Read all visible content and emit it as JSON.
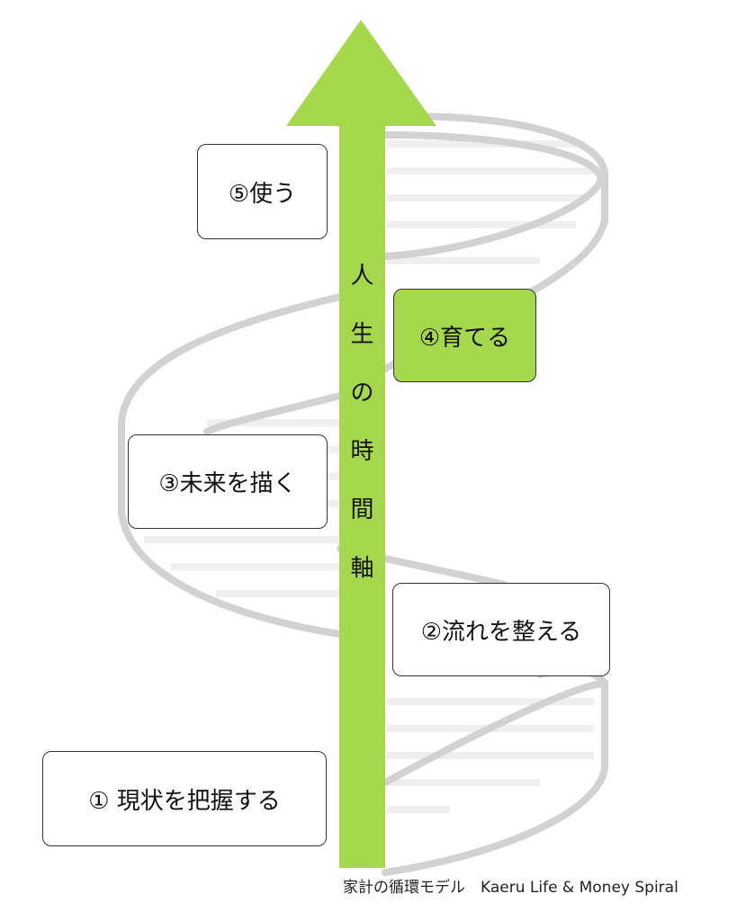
{
  "steps": [
    {
      "label": "① 現状を把握する"
    },
    {
      "label": "②流れを整える"
    },
    {
      "label": "③未来を描く"
    },
    {
      "label": "④育てる"
    },
    {
      "label": "⑤使う"
    }
  ],
  "axis": {
    "chars": [
      "人",
      "生",
      "の",
      "時",
      "間",
      "軸"
    ]
  },
  "caption": "家計の循環モデル　Kaeru Life & Money Spiral",
  "colors": {
    "accent": "#a6d84e",
    "ribbon": "#d2d2d2"
  }
}
